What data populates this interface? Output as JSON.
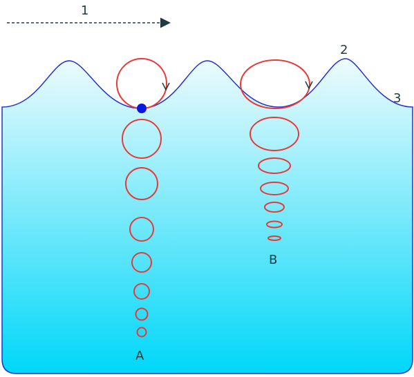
{
  "labels": {
    "direction": "1",
    "crest": "2",
    "surface": "3",
    "column_a": "A",
    "column_b": "B"
  },
  "colors": {
    "water_top": "#eefbfd",
    "water_bottom": "#00d7f9",
    "outline": "#2233cc",
    "orbit": "#e53a3a",
    "particle": "#0a18e0",
    "arrow": "#1f3b40"
  },
  "icons": {
    "direction_arrow": "dashed-arrow-right",
    "rotation_marker": "chevron-down"
  },
  "columns": {
    "A": {
      "orbit_shape": "circle",
      "orbit_count": 8
    },
    "B": {
      "orbit_shape": "ellipse",
      "orbit_count": 7
    }
  }
}
